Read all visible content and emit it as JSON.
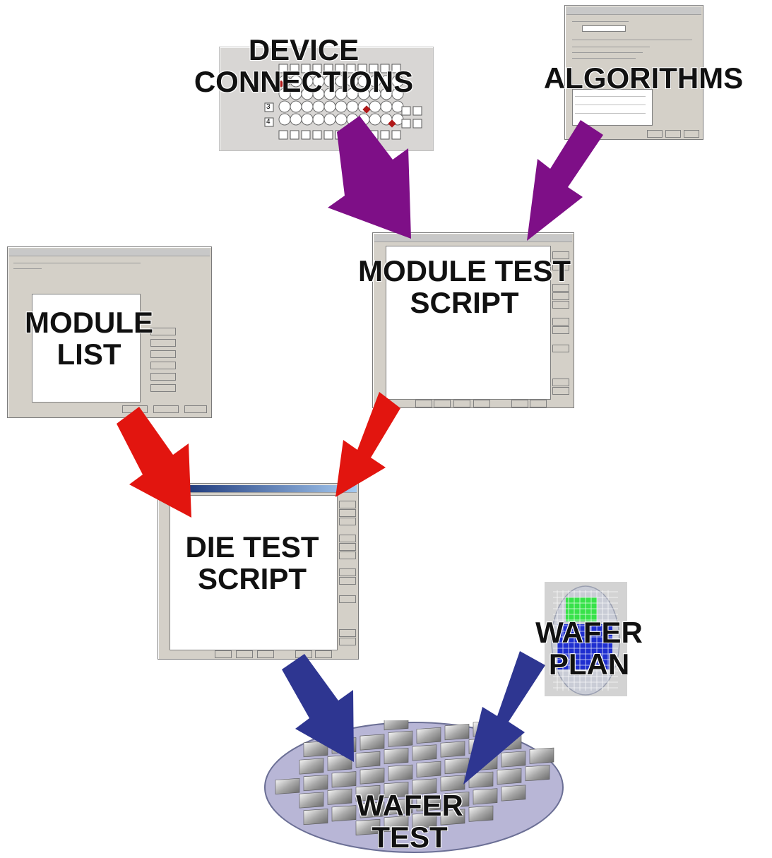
{
  "labels": {
    "device_connections": [
      "DEVICE",
      "CONNECTIONS"
    ],
    "algorithms": [
      "ALGORITHMS"
    ],
    "module_test_script": [
      "MODULE TEST",
      "SCRIPT"
    ],
    "module_list": [
      "MODULE",
      "LIST"
    ],
    "die_test_script": [
      "DIE TEST",
      "SCRIPT"
    ],
    "wafer_plan": [
      "WAFER",
      "PLAN"
    ],
    "wafer_test": [
      "WAFER",
      "TEST"
    ]
  },
  "device_grid": {
    "row_numbers": [
      "3",
      "4"
    ]
  },
  "colors": {
    "purple_arrow": "#7e0f87",
    "red_arrow": "#e2150f",
    "blue_arrow": "#2e3691",
    "wafer_plan_green": "#38e24a",
    "wafer_plan_blue": "#1f2fd0",
    "wafer_test_fill": "#b8b6d6"
  }
}
